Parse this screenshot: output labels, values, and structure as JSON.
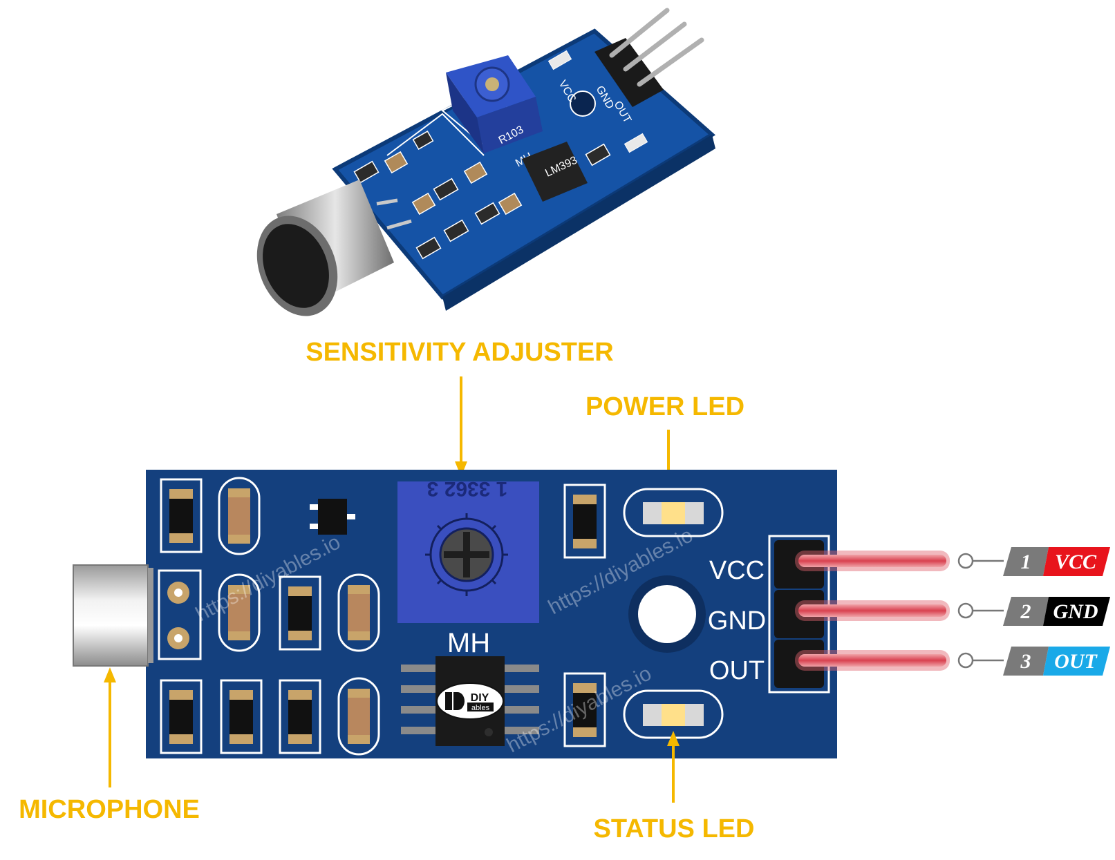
{
  "callouts": {
    "sensitivity": "SENSITIVITY ADJUSTER",
    "power_led": "POWER LED",
    "microphone": "MICROPHONE",
    "status_led": "STATUS LED"
  },
  "board_silkscreen": {
    "pins": [
      "VCC",
      "GND",
      "OUT"
    ],
    "chip_marking": "MH",
    "pot_marking": "1 3362 3"
  },
  "pin_tags": [
    {
      "num": "1",
      "name": "VCC",
      "color": "#e8141c"
    },
    {
      "num": "2",
      "name": "GND",
      "color": "#000000"
    },
    {
      "num": "3",
      "name": "OUT",
      "color": "#1aa9e8"
    }
  ],
  "chip_logo": {
    "line1": "DIY",
    "line2": "ables"
  },
  "watermark": "https://diyables.io",
  "photo_silkscreen": {
    "pins": [
      "VCC",
      "GND",
      "OUT"
    ],
    "marking": "MH",
    "pot": "R103",
    "ic": "LM393"
  },
  "colors": {
    "pcb": "#14407e",
    "pcb_edge": "#0e2f60",
    "callout": "#f5b800",
    "pot": "#3a4fbf",
    "pin": "#e0646e"
  }
}
